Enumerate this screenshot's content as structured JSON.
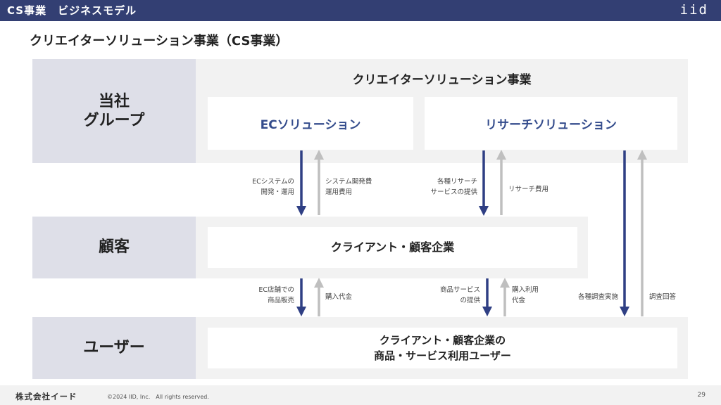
{
  "header": {
    "title": "CS事業　ビジネスモデル",
    "logo": "iid"
  },
  "subtitle": "クリエイターソリューション事業（CS事業）",
  "rows": {
    "group": "当社\nグループ",
    "customer": "顧客",
    "user": "ユーザー"
  },
  "group_band": {
    "title": "クリエイターソリューション事業",
    "ec_solution": "ECソリューション",
    "research_solution": "リサーチソリューション"
  },
  "customer_box": "クライアント・顧客企業",
  "user_box": "クライアント・顧客企業の\n商品・サービス利用ユーザー",
  "flows": {
    "ec_dev": "ECシステムの\n開発・運用",
    "sys_fee": "システム開発費\n運用費用",
    "research_service": "各種リサーチ\nサービスの提供",
    "research_fee": "リサーチ費用",
    "ec_sales": "EC店舗での\n商品販売",
    "purchase_payment": "購入代金",
    "service_provide": "商品サービス\nの提供",
    "usage_payment": "購入利用\n代金",
    "survey_impl": "各種調査実施",
    "survey_answer": "調査回答"
  },
  "colors": {
    "accent": "#333f73",
    "arrow_dark": "#2f3f84",
    "arrow_light": "#bfbfbf",
    "label_bg": "#dedfe8",
    "band_bg": "#f2f2f2"
  },
  "footer": {
    "company": "株式会社イード",
    "copyright": "©2024 IID, Inc.　All rights reserved.",
    "page": "29"
  }
}
